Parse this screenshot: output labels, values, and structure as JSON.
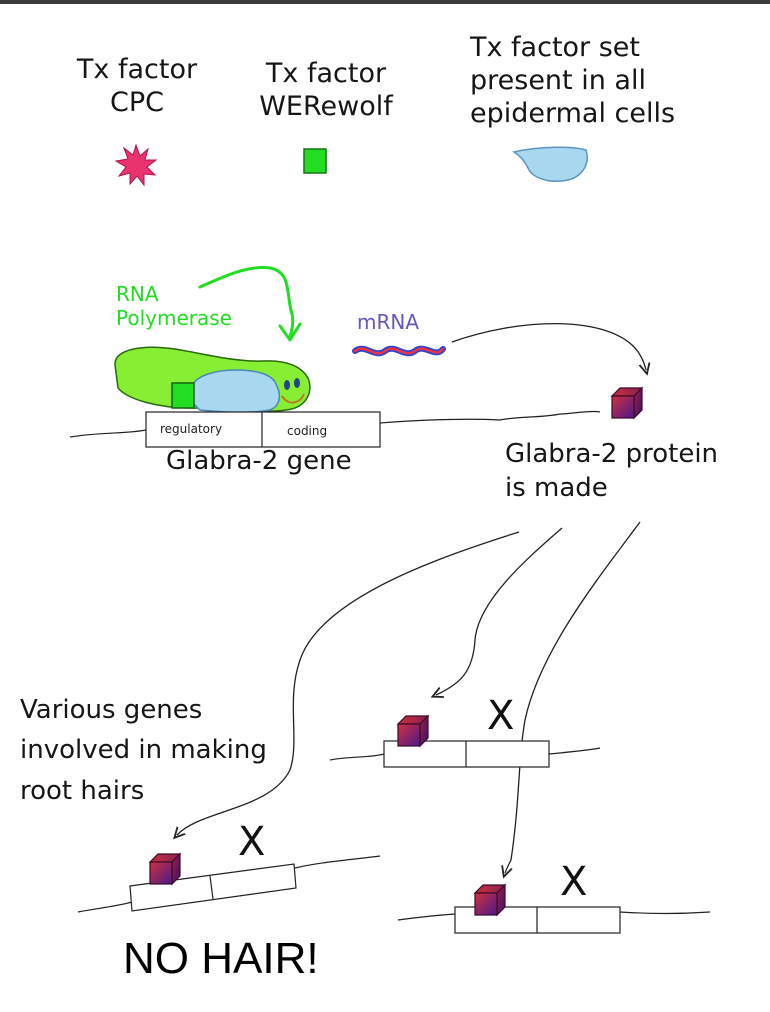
{
  "legend": {
    "cpc": {
      "title": "Tx factor",
      "name": "CPC"
    },
    "werewolf": {
      "title": "Tx factor",
      "name": "WERewolf"
    },
    "set": {
      "line1": "Tx factor set",
      "line2": "present in all",
      "line3": "epidermal cells"
    }
  },
  "colors": {
    "cpc_star": "#e8336e",
    "werewolf": "#22dd22",
    "tx_set": "#a8d8f0",
    "polymerase": "#88ee33",
    "polymerase_label": "#22dd22",
    "mrna_label": "#6655bb",
    "protein_cube": "#c0283c"
  },
  "polymerase": {
    "line1": "RNA",
    "line2": "Polymerase"
  },
  "mrna": {
    "label": "mRNA"
  },
  "gene": {
    "regulatory_label": "regulatory",
    "coding_label": "coding",
    "name": "Glabra-2 gene"
  },
  "protein": {
    "line1": "Glabra-2 protein",
    "line2": "is made"
  },
  "various": {
    "line1": "Various genes",
    "line2": "involved in making",
    "line3": "root hairs"
  },
  "blocked_marks": [
    "X",
    "X",
    "X"
  ],
  "conclusion": "NO HAIR!"
}
